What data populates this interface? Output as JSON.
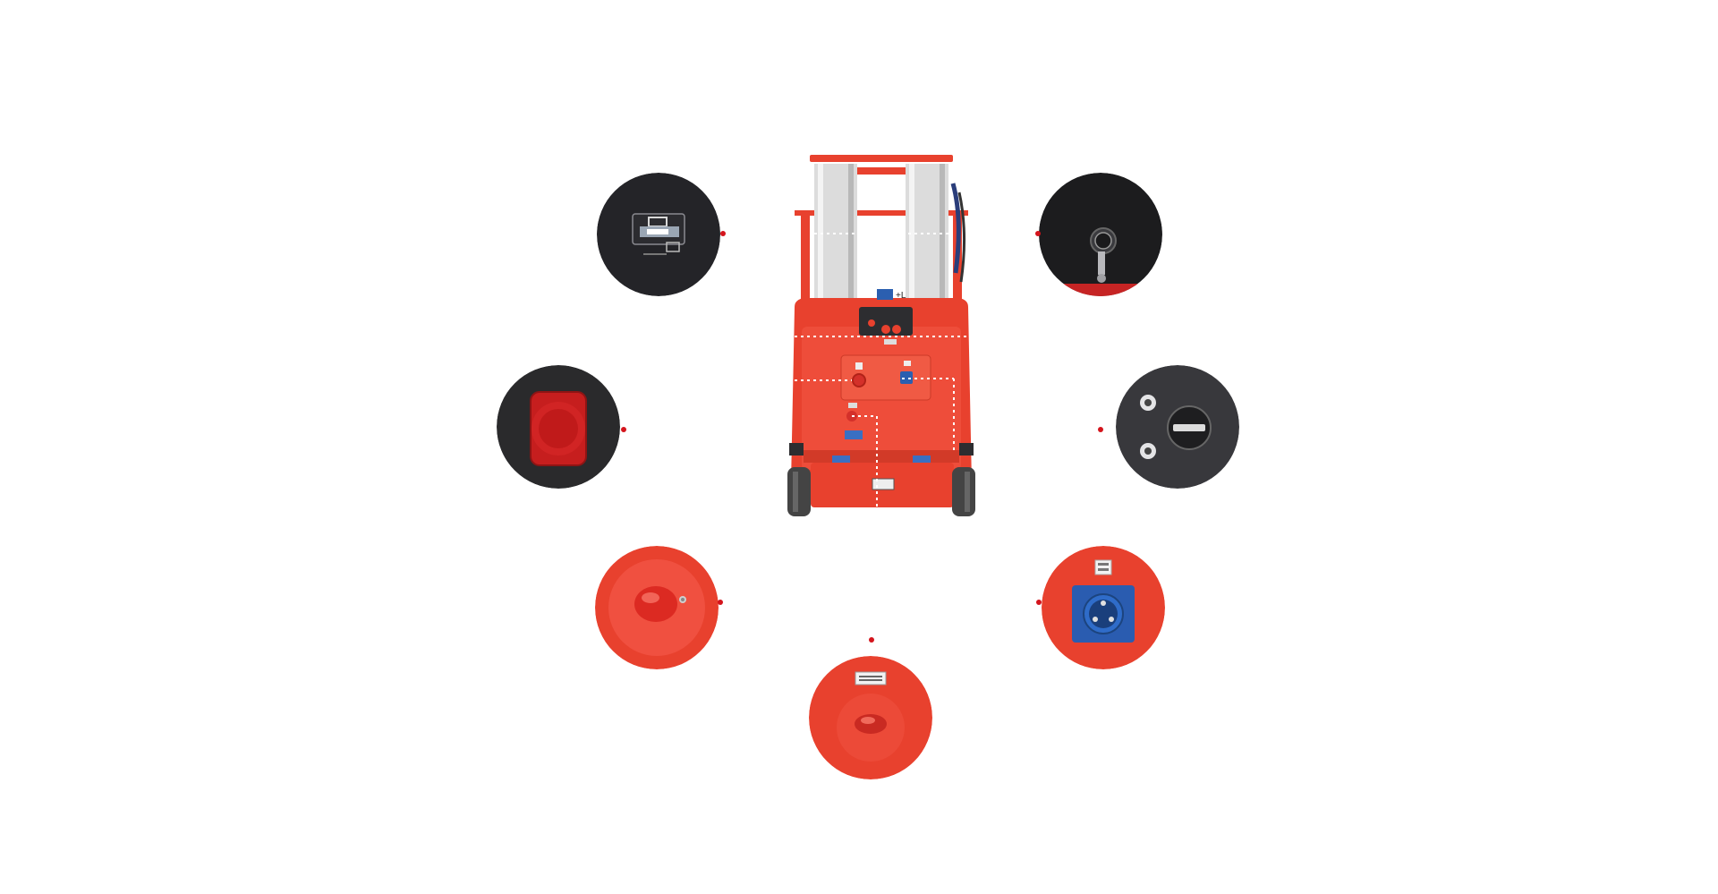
{
  "theme": {
    "brand_red": "#e8412e",
    "dark_panel": "#242428",
    "connector_dot": "#d4141c",
    "callout_line": "#ffffff",
    "background": "#ffffff"
  },
  "machine": {
    "label_badge": "+L"
  },
  "details": [
    {
      "id": "hour-meter",
      "icon": "hour-meter-icon",
      "style": "dark"
    },
    {
      "id": "key-switch",
      "icon": "key-switch-icon",
      "style": "dark"
    },
    {
      "id": "emergency-stop",
      "icon": "emergency-stop-button-icon",
      "style": "dark"
    },
    {
      "id": "selector-switch",
      "icon": "selector-switch-icon",
      "style": "dark"
    },
    {
      "id": "battery-disconnect",
      "icon": "red-disconnect-knob-icon",
      "style": "red"
    },
    {
      "id": "charging-socket",
      "icon": "charging-socket-icon",
      "style": "red"
    },
    {
      "id": "charger-indicator",
      "icon": "charger-indicator-icon",
      "style": "red"
    }
  ]
}
